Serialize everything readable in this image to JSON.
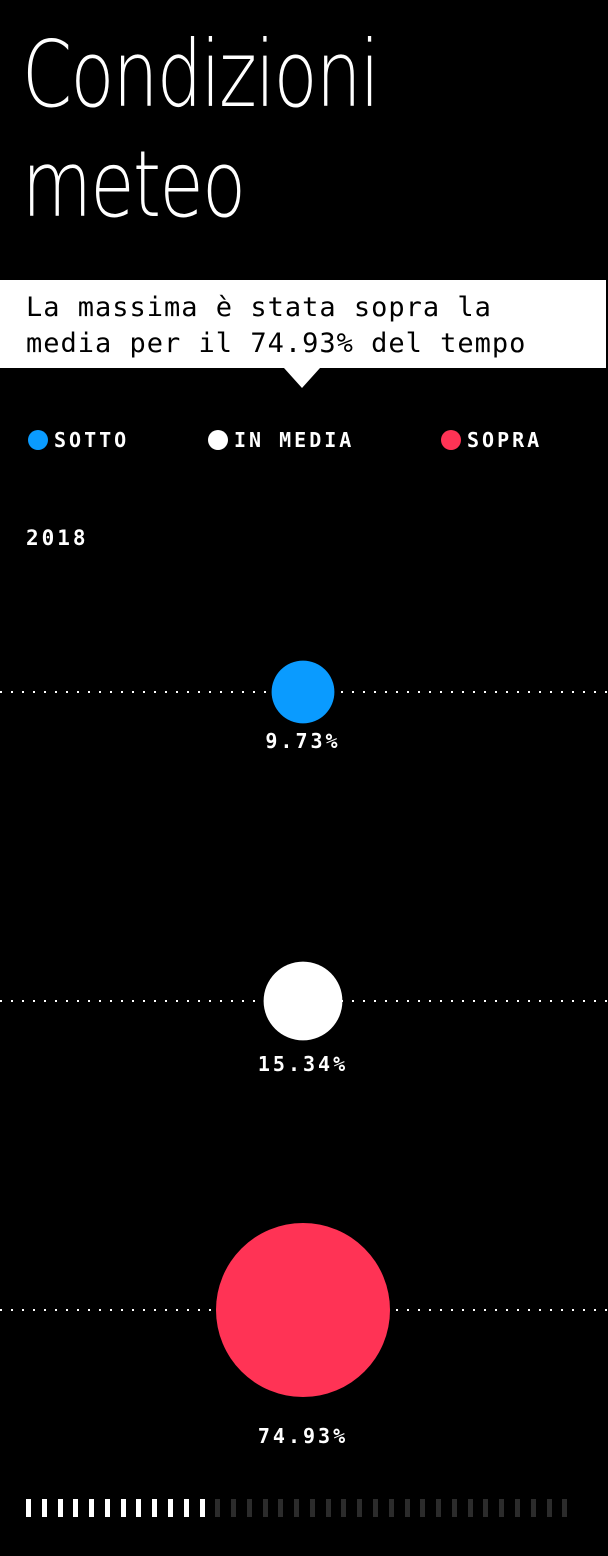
{
  "header": {
    "title_line1": "Condizioni",
    "title_line2": "meteo"
  },
  "callout": {
    "line1": "La massima è stata sopra la",
    "line2": "media per il 74.93% del tempo"
  },
  "legend": [
    {
      "label": "SOTTO",
      "color": "#0a9bff"
    },
    {
      "label": "IN MEDIA",
      "color": "#ffffff"
    },
    {
      "label": "SOPRA",
      "color": "#ff3355"
    }
  ],
  "year_label": "2018",
  "chart_data": {
    "type": "bubble",
    "unit": "%",
    "series": [
      {
        "name": "SOTTO",
        "value": 9.73,
        "label": "9.73%",
        "color": "#0a9bff"
      },
      {
        "name": "IN MEDIA",
        "value": 15.34,
        "label": "15.34%",
        "color": "#ffffff"
      },
      {
        "name": "SOPRA",
        "value": 74.93,
        "label": "74.93%",
        "color": "#ff3355"
      }
    ],
    "grid": "dotted"
  },
  "timeline": {
    "total_ticks": 35,
    "active_ticks": 12,
    "active_color": "#ffffff",
    "inactive_color": "#2b2b2b"
  }
}
